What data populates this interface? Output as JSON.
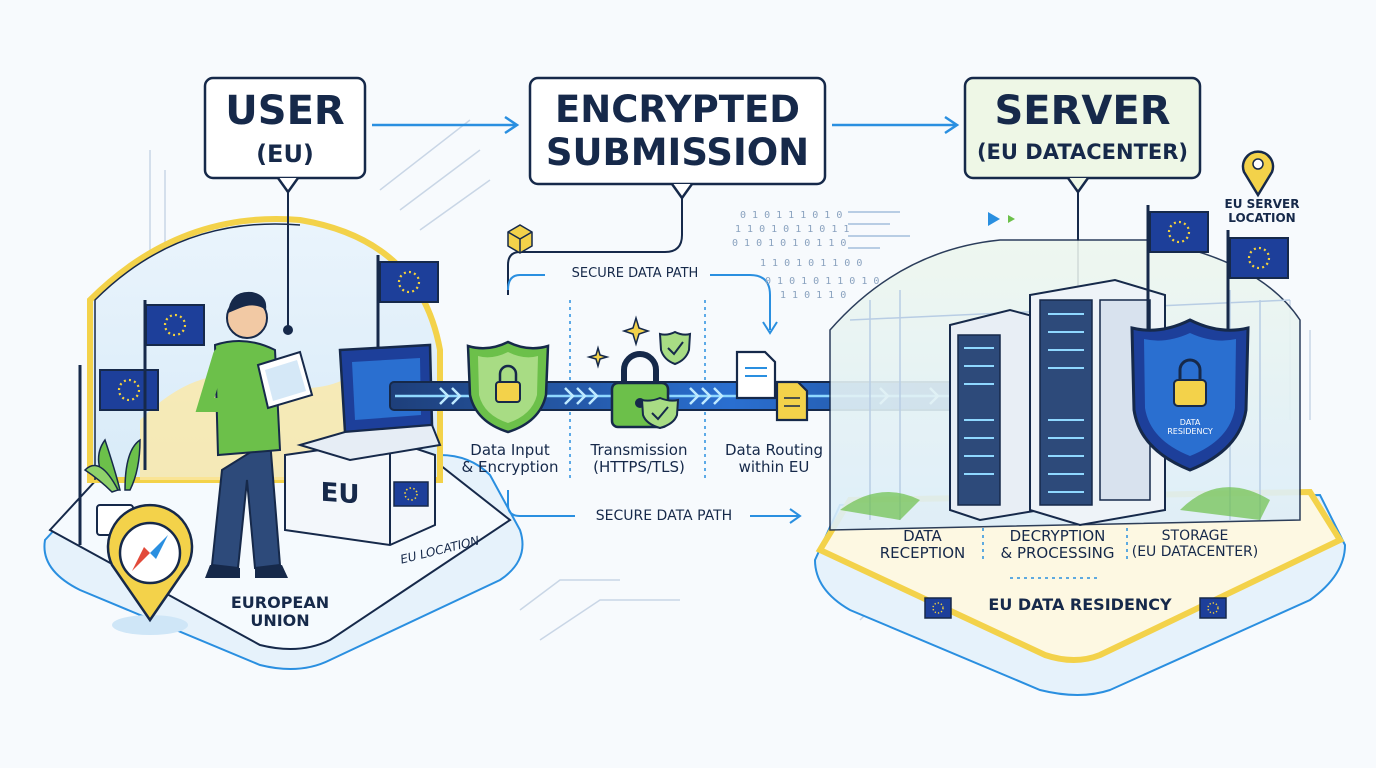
{
  "title_user": {
    "line1": "USER",
    "line2": "(EU)"
  },
  "title_submission": {
    "line1": "ENCRYPTED",
    "line2": "SUBMISSION"
  },
  "title_server": {
    "line1": "SERVER",
    "line2": "(EU DATACENTER)"
  },
  "secure_path_top": "SECURE DATA PATH",
  "secure_path_bottom": "SECURE DATA PATH",
  "steps": {
    "input": {
      "line1": "Data Input",
      "line2": "& Encryption"
    },
    "transmission": {
      "line1": "Transmission",
      "line2": "(HTTPS/TLS)"
    },
    "routing": {
      "line1": "Data Routing",
      "line2": "within EU"
    }
  },
  "server_steps": {
    "reception": {
      "line1": "DATA",
      "line2": "RECEPTION"
    },
    "decryption": {
      "line1": "DECRYPTION",
      "line2": "& PROCESSING"
    },
    "storage": {
      "line1": "STORAGE",
      "line2": "(EU DATACENTER)"
    }
  },
  "eu_box_label": "EU",
  "eu_location": "EU LOCATION",
  "european_union": {
    "line1": "EUROPEAN",
    "line2": "UNION"
  },
  "eu_server_location": {
    "line1": "EU SERVER",
    "line2": "LOCATION"
  },
  "data_residency_badge": {
    "line1": "DATA",
    "line2": "RESIDENCY"
  },
  "eu_data_residency": "EU DATA RESIDENCY",
  "binary_text": [
    "0 1 0 1 1 1  0 1 0",
    "1 1 0 1 0 1  1 0 1 1",
    "0 1 0 1 0 1  0 1  1 0",
    "1 1 0 1 0 1  1 0 0",
    "0 1 0 1 0  1 1 0 1 0",
    "1 1 0 1 1 0"
  ],
  "colors": {
    "accent": "#2a8fe0",
    "eu_blue": "#1d3f9a",
    "eu_star": "#f6d33a",
    "green": "#6cc04a",
    "yellow": "#f3d24a",
    "navy": "#16294a"
  },
  "icons": [
    "user-person",
    "tablet-icon",
    "laptop-icon",
    "eu-flag",
    "compass-location-pin",
    "shield-lock-icon",
    "padlock-icon",
    "document-icon",
    "server-rack-icon",
    "data-residency-shield",
    "location-pin-icon"
  ]
}
